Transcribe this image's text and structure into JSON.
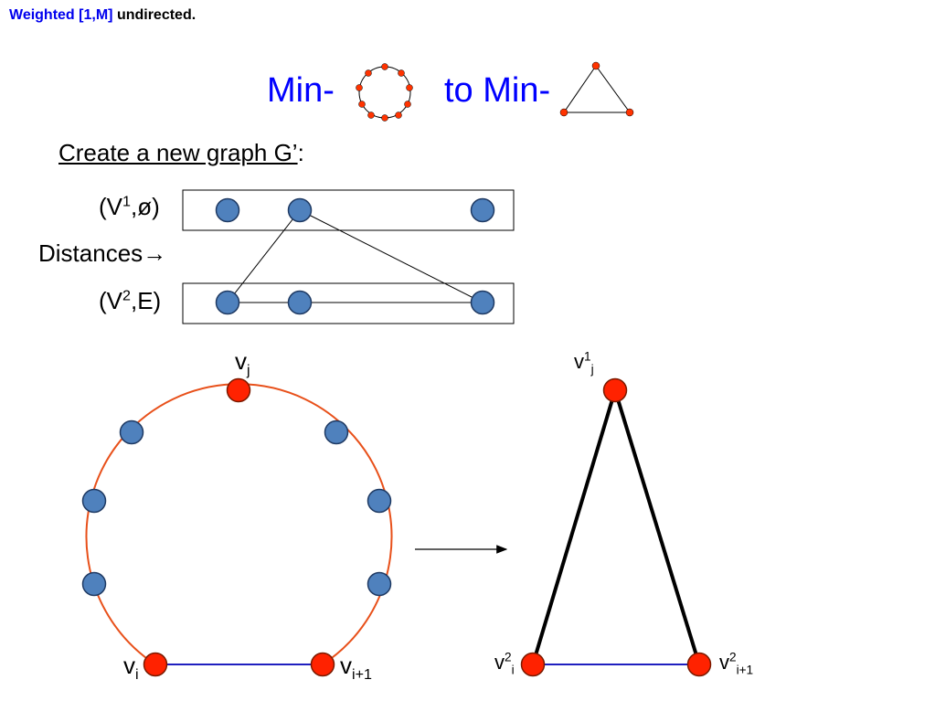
{
  "header": {
    "part1": "Weighted [1,M]",
    "part2": "undirected."
  },
  "title": {
    "min1": "Min-",
    "to_min": "to Min-"
  },
  "subtitle": {
    "text": "Create a new graph G’",
    "colon": ":"
  },
  "rows": {
    "v1": {
      "open": "(V",
      "sup": "1",
      "rest": ",ø)"
    },
    "distances": {
      "text": "Distances",
      "arrow": "→"
    },
    "v2": {
      "open": "(V",
      "sup": "2",
      "rest": ",E)"
    }
  },
  "labels": {
    "vj": {
      "base": "v",
      "sub": "j"
    },
    "vi": {
      "base": "v",
      "sub": "i"
    },
    "vi1": {
      "base": "v",
      "sub": "i+1"
    },
    "v1j": {
      "base": "v",
      "sup": "1",
      "sub": "j"
    },
    "v2i": {
      "base": "v",
      "sup": "2",
      "sub": "i"
    },
    "v2i1": {
      "base": "v",
      "sup": "2",
      "sub": "i+1"
    }
  },
  "colors": {
    "node_blue": "#4f81bd",
    "node_red": "#ff2200",
    "ring_edge": "#e8501a",
    "blue_edge": "#1f1fbf",
    "title_blue": "#0000ff"
  }
}
